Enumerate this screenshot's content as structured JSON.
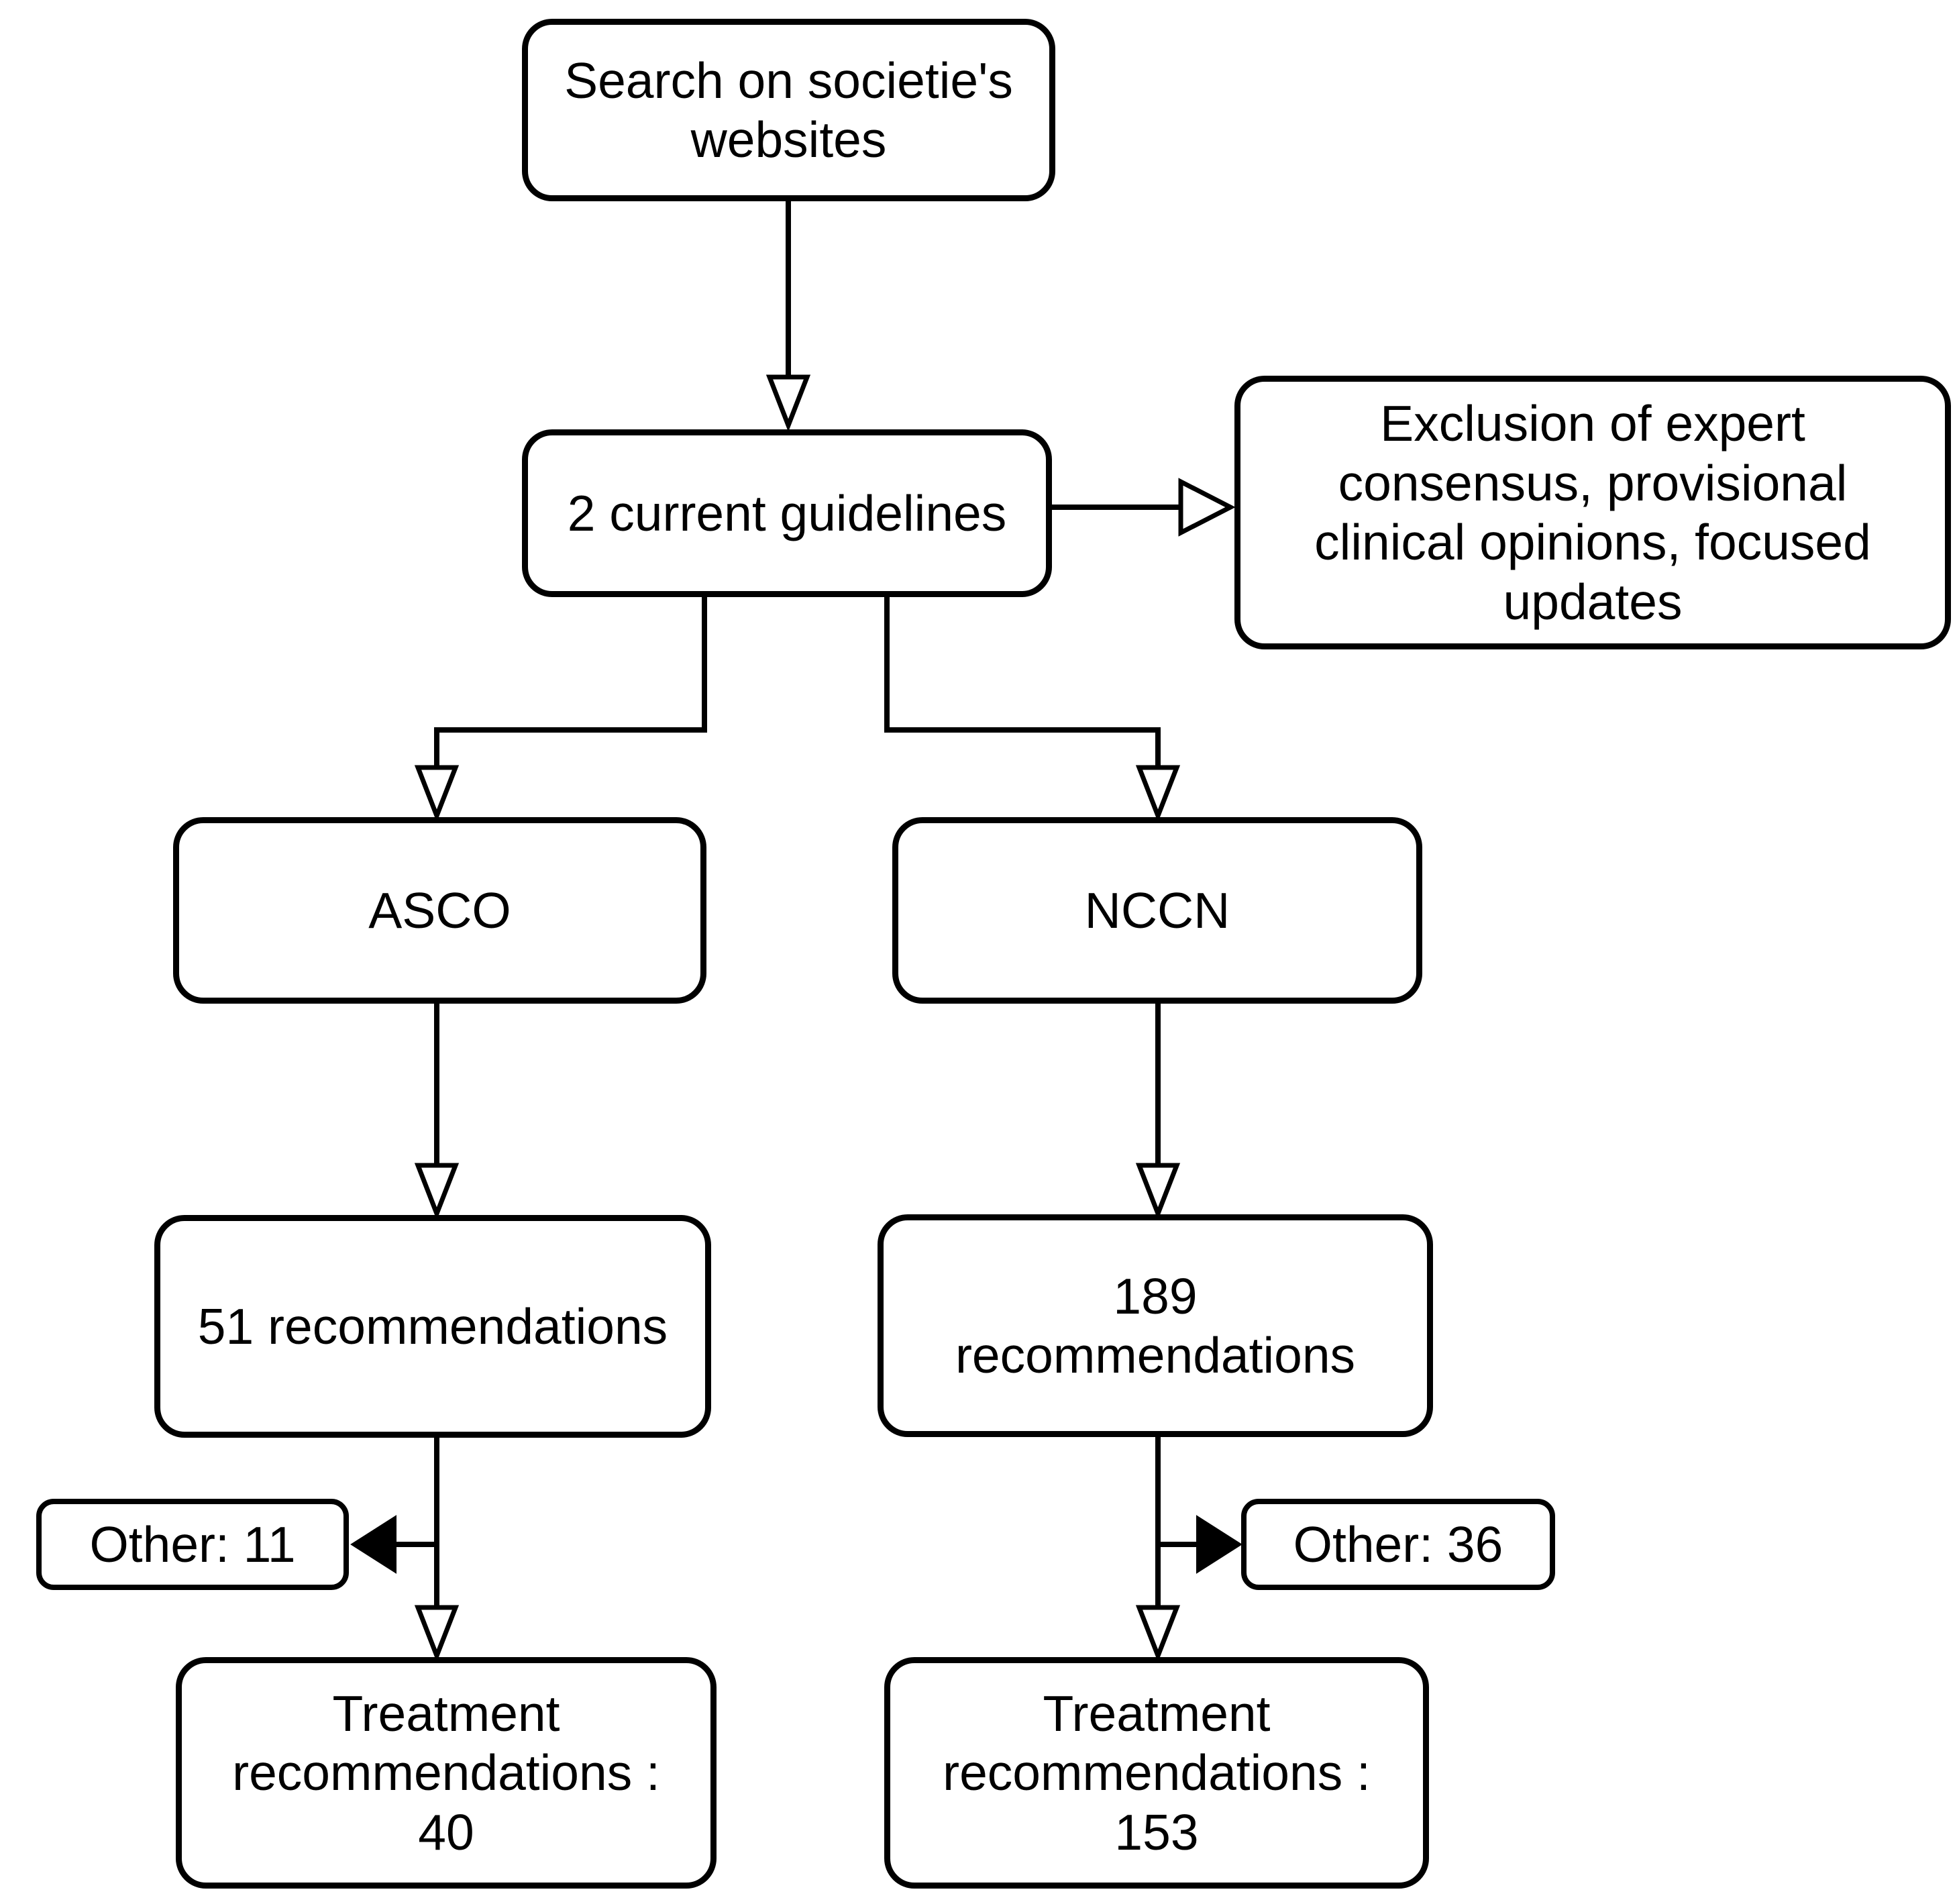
{
  "diagram": {
    "background": "#ffffff",
    "box_fill": "#ffffff",
    "line_color": "#000000",
    "text_color": "#000000",
    "nodes": {
      "search": {
        "label": "Search on societie's websites"
      },
      "guidelines": {
        "label": "2 current guidelines"
      },
      "exclusion": {
        "label": "Exclusion of expert consensus, provisional clinical opinions, focused updates"
      },
      "asco": {
        "label": "ASCO"
      },
      "nccn": {
        "label": "NCCN"
      },
      "asco_recs": {
        "label": "51 recommendations"
      },
      "nccn_recs": {
        "label": "189 recommendations"
      },
      "asco_other": {
        "label": "Other: 11"
      },
      "nccn_other": {
        "label": "Other: 36"
      },
      "asco_treatment": {
        "label": "Treatment recommendations : 40"
      },
      "nccn_treatment": {
        "label": "Treatment recommendations : 153"
      }
    },
    "edges": [
      {
        "from": "search",
        "to": "guidelines",
        "arrowhead": "open"
      },
      {
        "from": "guidelines",
        "to": "exclusion",
        "arrowhead": "open"
      },
      {
        "from": "guidelines",
        "to": "asco",
        "arrowhead": "open"
      },
      {
        "from": "guidelines",
        "to": "nccn",
        "arrowhead": "open"
      },
      {
        "from": "asco",
        "to": "asco_recs",
        "arrowhead": "open"
      },
      {
        "from": "nccn",
        "to": "nccn_recs",
        "arrowhead": "open"
      },
      {
        "from": "asco_recs",
        "to": "asco_other",
        "arrowhead": "solid"
      },
      {
        "from": "asco_recs",
        "to": "asco_treatment",
        "arrowhead": "open"
      },
      {
        "from": "nccn_recs",
        "to": "nccn_other",
        "arrowhead": "solid"
      },
      {
        "from": "nccn_recs",
        "to": "nccn_treatment",
        "arrowhead": "open"
      }
    ]
  }
}
